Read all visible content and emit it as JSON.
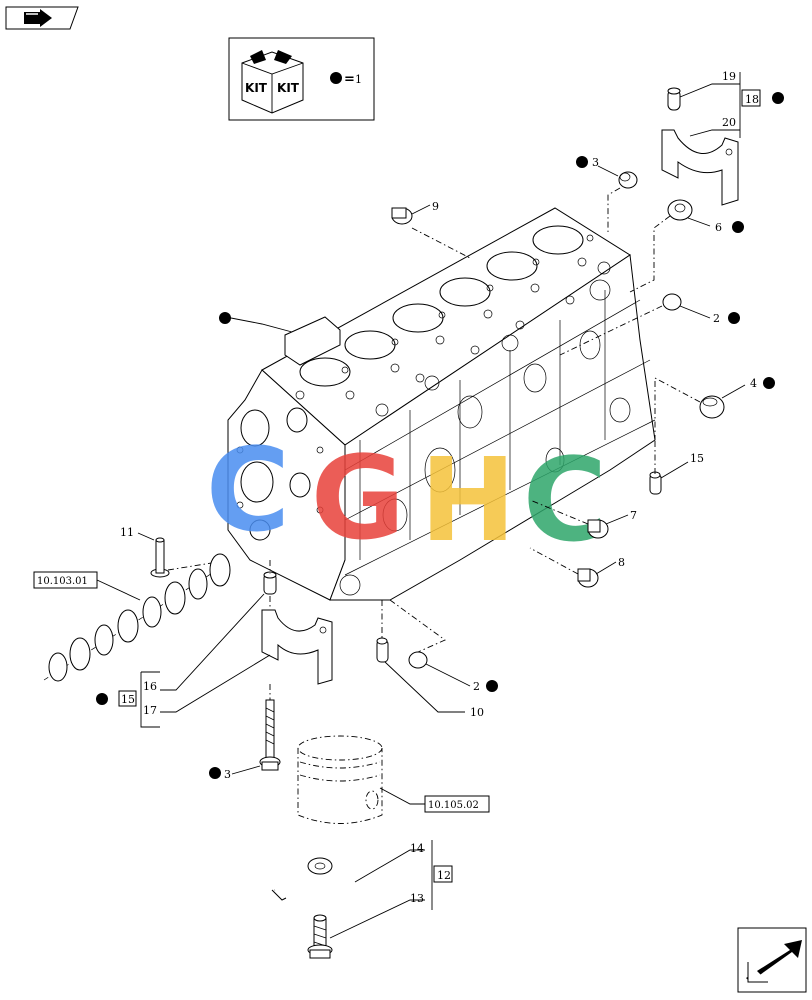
{
  "kit_box": {
    "label_left": "KIT",
    "label_right": "KIT",
    "legend_value": "1"
  },
  "callouts": {
    "c1": "2",
    "c2": "2",
    "c3a": "3",
    "c3b": "3",
    "c4": "4",
    "c6": "6",
    "c7": "7",
    "c8": "8",
    "c9": "9",
    "c10": "10",
    "c11": "11",
    "c12": "12",
    "c13": "13",
    "c14": "14",
    "c15": "15",
    "c15b": "15",
    "c16": "16",
    "c17": "17",
    "c18": "18",
    "c19": "19",
    "c20": "20"
  },
  "references": {
    "camshaft": "10.103.01",
    "piston": "10.105.02"
  },
  "watermark": {
    "letters": [
      "C",
      "G",
      "H",
      "C"
    ],
    "colors": [
      "#4a8ef0",
      "#e8413a",
      "#f5c23a",
      "#2fa66b"
    ]
  }
}
